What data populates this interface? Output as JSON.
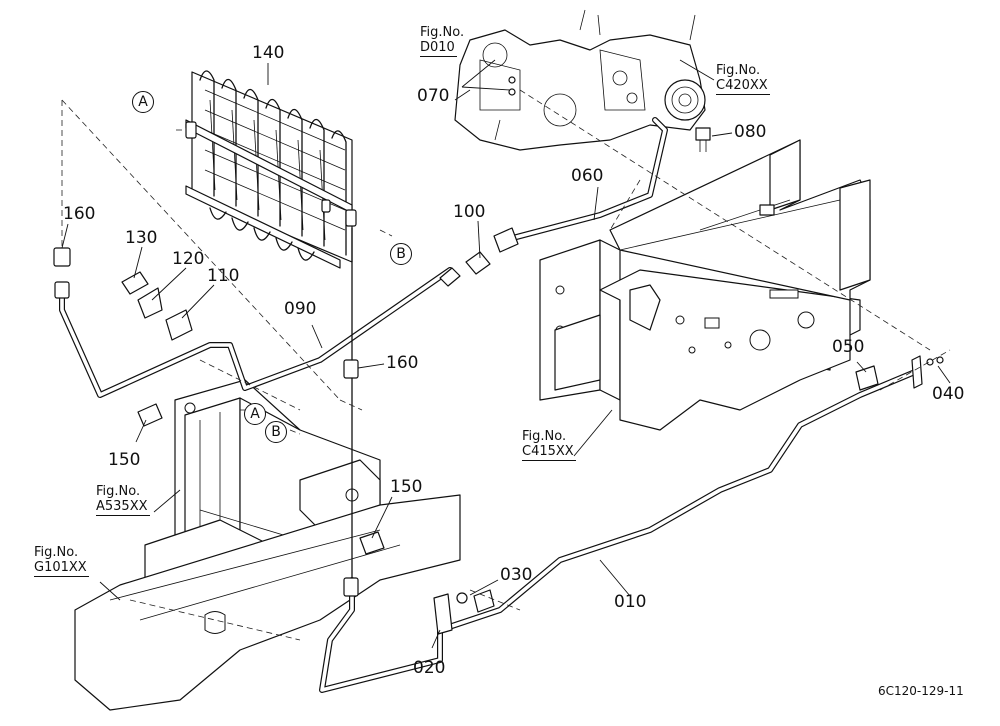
{
  "part_labels": {
    "p010": "010",
    "p020": "020",
    "p030": "030",
    "p040": "040",
    "p050": "050",
    "p060": "060",
    "p070": "070",
    "p080": "080",
    "p090": "090",
    "p100": "100",
    "p110": "110",
    "p120": "120",
    "p130": "130",
    "p140": "140",
    "p150a": "150",
    "p150b": "150",
    "p160a": "160",
    "p160b": "160"
  },
  "figure_refs": {
    "d010": {
      "prefix": "Fig.No.",
      "number": "D010"
    },
    "c420": {
      "prefix": "Fig.No.",
      "number": "C420XX"
    },
    "c415": {
      "prefix": "Fig.No.",
      "number": "C415XX"
    },
    "a535": {
      "prefix": "Fig.No.",
      "number": "A535XX"
    },
    "g101": {
      "prefix": "Fig.No.",
      "number": "G101XX"
    }
  },
  "callouts": {
    "a_top": "A",
    "b_top": "B",
    "a_mid": "A",
    "b_mid": "B"
  },
  "drawing_code": "6C120-129-11",
  "colors": {
    "ink": "#111111",
    "paper": "#ffffff"
  }
}
